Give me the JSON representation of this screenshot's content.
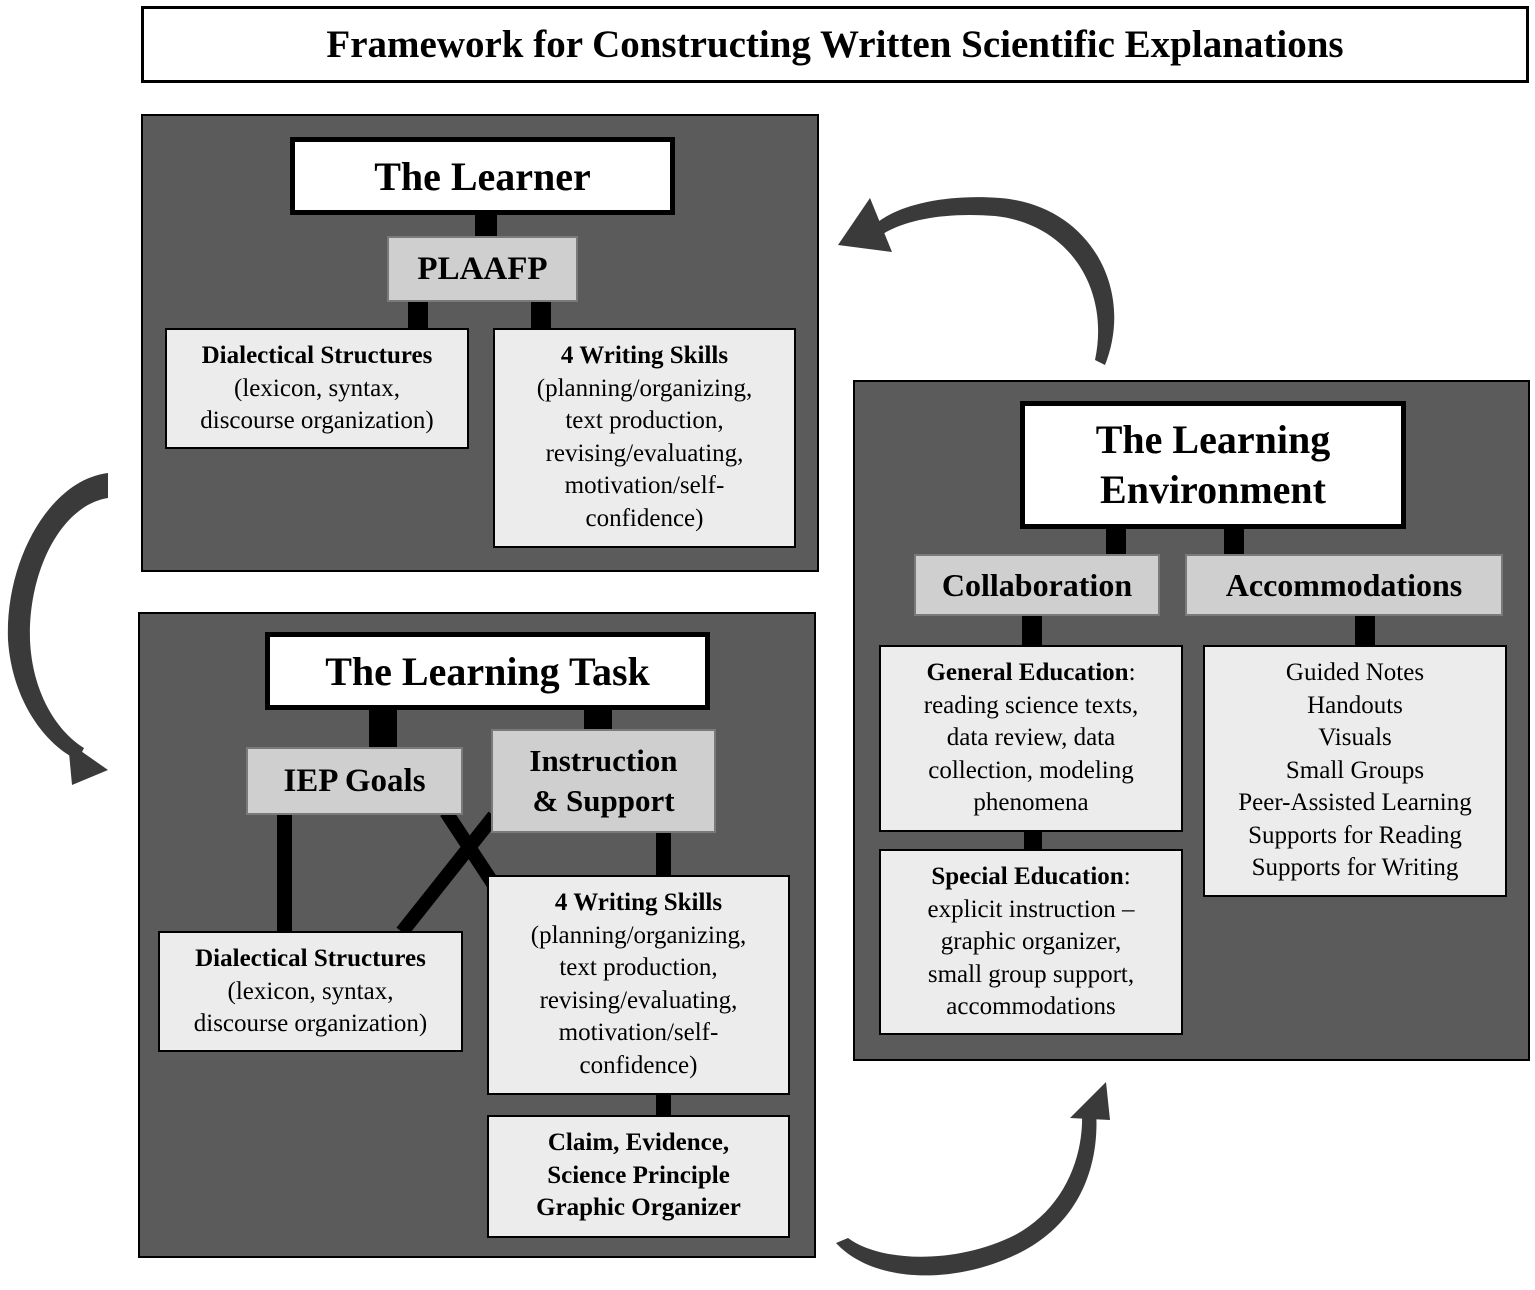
{
  "title": "Framework for Constructing Written Scientific Explanations",
  "learner": {
    "header": "The Learner",
    "plaafp": "PLAAFP",
    "dialectical": {
      "heading": "Dialectical Structures",
      "lines": [
        "(lexicon, syntax,",
        "discourse organization)"
      ]
    },
    "writing": {
      "heading": "4 Writing Skills",
      "lines": [
        "(planning/organizing,",
        "text production,",
        "revising/evaluating,",
        "motivation/self-",
        "confidence)"
      ]
    }
  },
  "task": {
    "header": "The Learning Task",
    "iep_goals": "IEP Goals",
    "instruction_line1": "Instruction",
    "instruction_line2": "& Support",
    "dialectical": {
      "heading": "Dialectical Structures",
      "lines": [
        "(lexicon, syntax,",
        "discourse organization)"
      ]
    },
    "writing": {
      "heading": "4 Writing Skills",
      "lines": [
        "(planning/organizing,",
        "text production,",
        "revising/evaluating,",
        "motivation/self-",
        "confidence)"
      ]
    },
    "ces_lines": [
      "Claim, Evidence,",
      "Science Principle",
      "Graphic Organizer"
    ]
  },
  "environment": {
    "header_line1": "The Learning",
    "header_line2": "Environment",
    "collaboration": "Collaboration",
    "accommodations": "Accommodations",
    "general": {
      "heading": "General Education",
      "punct": ":",
      "lines": [
        "reading science texts,",
        "data review, data",
        "collection, modeling",
        "phenomena"
      ]
    },
    "special": {
      "heading": "Special Education",
      "punct": ":",
      "lines": [
        "explicit instruction –",
        "graphic organizer,",
        "small group support,",
        "accommodations"
      ]
    },
    "accommodation_items": [
      "Guided Notes",
      "Handouts",
      "Visuals",
      "Small Groups",
      "Peer-Assisted Learning",
      "Supports for Reading",
      "Supports for Writing"
    ]
  }
}
